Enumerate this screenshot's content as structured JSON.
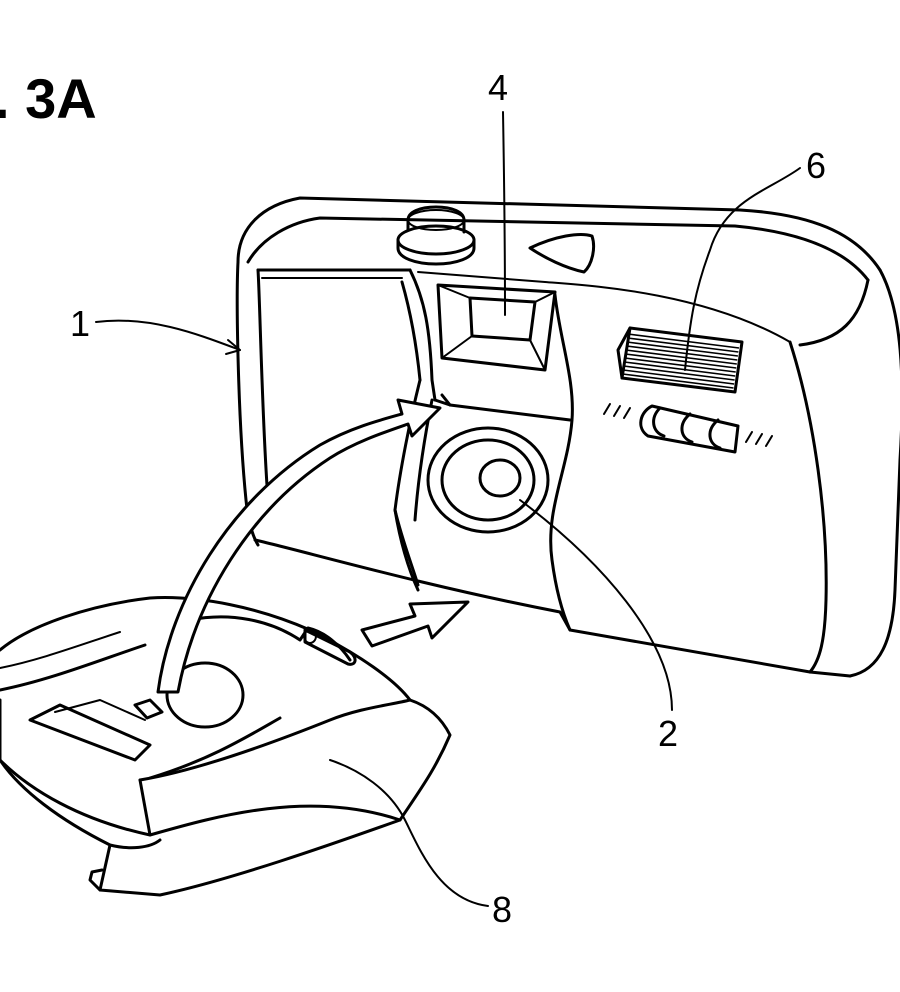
{
  "figure": {
    "title": ". 3A",
    "labels": {
      "body": "1",
      "lens": "2",
      "viewfinder": "4",
      "flash": "6",
      "cover": "8"
    }
  }
}
